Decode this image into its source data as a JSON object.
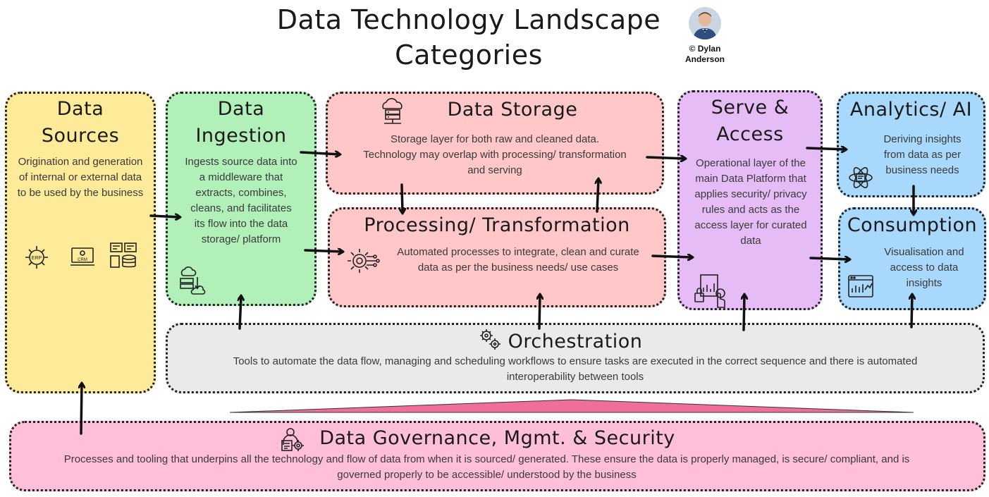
{
  "header": {
    "title_line1": "Data Technology Landscape",
    "title_line2": "Categories",
    "credit_line1": "© Dylan",
    "credit_line2": "Anderson"
  },
  "boxes": {
    "sources": {
      "title_line1": "Data",
      "title_line2": "Sources",
      "description": "Origination and generation of internal or external data to be used by the business",
      "color": "#FEEB9A",
      "icons": [
        "erp-icon",
        "crm-icon",
        "database-dashboard-icon"
      ],
      "icon_labels": [
        "ERP",
        "CRM"
      ]
    },
    "ingestion": {
      "title_line1": "Data",
      "title_line2": "Ingestion",
      "description": "Ingests source data into a middleware that extracts, combines, cleans, and facilitates its flow into the data storage/ platform",
      "color": "#B2F0B9",
      "icon": "cloud-server-transfer-icon"
    },
    "storage": {
      "title": "Data Storage",
      "description": "Storage layer for both raw and cleaned data. Technology may  overlap with processing/ transformation and serving",
      "color": "#FFC7C7",
      "icon": "cloud-server-icon"
    },
    "processing": {
      "title": "Processing/ Transformation",
      "description": "Automated processes to integrate, clean and curate data as per the business needs/ use cases",
      "color": "#FFC7C7",
      "icon": "gear-circuit-icon"
    },
    "serve": {
      "title_line1": "Serve &",
      "title_line2": "Access",
      "description": "Operational layer of the main Data Platform that applies security/ privacy rules and acts as the access layer for curated data",
      "color": "#E6BCF7",
      "icon": "secure-analytics-icon"
    },
    "analytics": {
      "title": "Analytics/ AI",
      "description": "Deriving insights from data as per business needs",
      "color": "#A8D8FC",
      "icon": "ai-atom-icon"
    },
    "consumption": {
      "title": "Consumption",
      "description": "Visualisation and access to data insights",
      "color": "#A8D8FC",
      "icon": "dashboard-icon"
    },
    "orchestration": {
      "title": "Orchestration",
      "description": "Tools to automate the data flow, managing and scheduling workflows to ensure tasks are executed in the correct sequence and there is automated interoperability between tools",
      "color": "#E9EAEC",
      "icon": "gears-icon"
    },
    "governance": {
      "title": "Data Governance, Mgmt. & Security",
      "description": "Processes and tooling that underpins all the technology and flow of data from when it is sourced/ generated. These ensure the data is properly managed, is secure/ compliant, and is governed properly to be accessible/ understood by the business",
      "color": "#FFBFD8",
      "wedge_color": "#F06F98",
      "icon": "governance-admin-icon"
    }
  }
}
